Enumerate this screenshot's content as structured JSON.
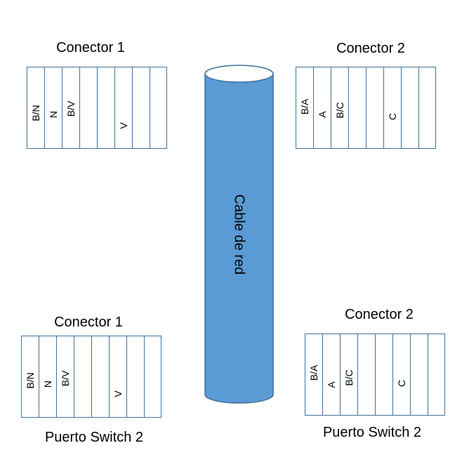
{
  "colors": {
    "outline": "#41719c",
    "cable_fill": "#5b9bd5",
    "cable_top": "#ffffff",
    "text": "#000000"
  },
  "diagram": {
    "cable_label": "Cable de red",
    "connectors": [
      {
        "title": "Conector 1",
        "slots": [
          "B/N",
          "N",
          "B/V",
          "",
          "",
          "V",
          "",
          ""
        ]
      },
      {
        "title": "Conector 2",
        "slots": [
          "B/A",
          "A",
          "B/C",
          "",
          "",
          "C",
          "",
          ""
        ]
      },
      {
        "title": "Conector 1",
        "slots": [
          "B/N",
          "N",
          "B/V",
          "",
          "",
          "V",
          "",
          ""
        ],
        "footer": "Puerto Switch 2"
      },
      {
        "title": "Conector 2",
        "slots": [
          "B/A",
          "A",
          "B/C",
          "",
          "",
          "C",
          "",
          ""
        ],
        "footer": "Puerto Switch 2"
      }
    ]
  }
}
